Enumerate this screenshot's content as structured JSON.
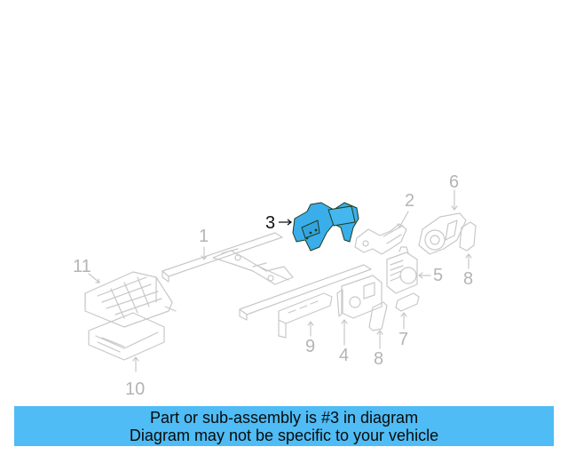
{
  "diagram": {
    "highlight_color": "#3aaeea",
    "part_line_color": "#c8c8c8",
    "highlighted_callout": "3",
    "callouts": [
      {
        "id": "1",
        "label": "1"
      },
      {
        "id": "2",
        "label": "2"
      },
      {
        "id": "3",
        "label": "3"
      },
      {
        "id": "4",
        "label": "4"
      },
      {
        "id": "5",
        "label": "5"
      },
      {
        "id": "6",
        "label": "6"
      },
      {
        "id": "7",
        "label": "7"
      },
      {
        "id": "8a",
        "label": "8"
      },
      {
        "id": "8b",
        "label": "8"
      },
      {
        "id": "9",
        "label": "9"
      },
      {
        "id": "10",
        "label": "10"
      },
      {
        "id": "11",
        "label": "11"
      }
    ]
  },
  "banner": {
    "line1": "Part or sub-assembly is #3 in diagram",
    "line2": "Diagram may not be specific to your vehicle",
    "background": "#4fbcf5"
  }
}
